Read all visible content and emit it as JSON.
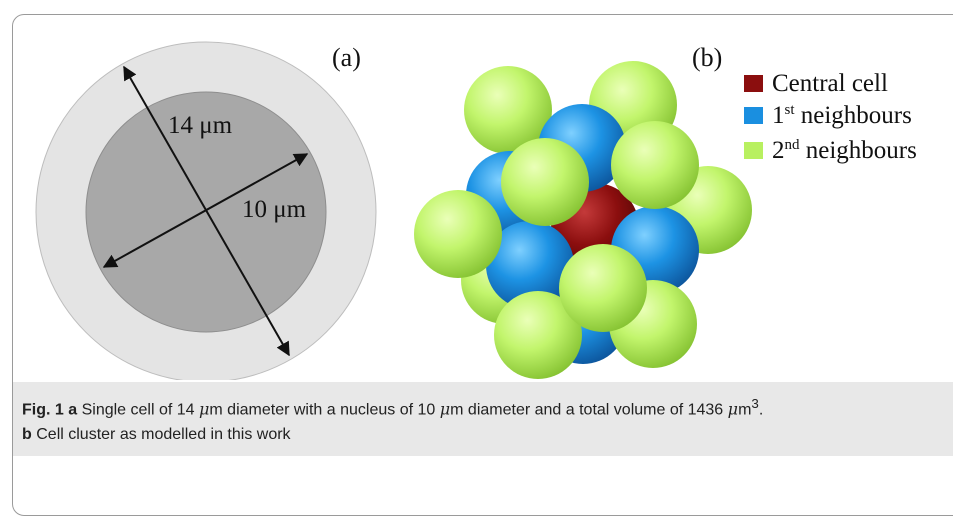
{
  "panel_a": {
    "label": "(a)",
    "outer_dim": "14 μm",
    "inner_dim": "10 μm",
    "colors": {
      "cytoplasm": "#e4e4e4",
      "nucleus": "#a8a8a8",
      "arrows": "#111111"
    }
  },
  "panel_b": {
    "label": "(b)",
    "legend": [
      {
        "label": "Central cell",
        "sup": "",
        "suffix": "",
        "color": "#8b0e0e"
      },
      {
        "label": "1",
        "sup": "st",
        "suffix": " neighbours",
        "color": "#1a8fe0"
      },
      {
        "label": "2",
        "sup": "nd",
        "suffix": " neighbours",
        "color": "#b8f060"
      }
    ]
  },
  "caption": {
    "fig_label": "Fig. 1",
    "part_a_label": "a",
    "part_a_text_1": "Single cell of 14 ",
    "mu": "μ",
    "part_a_text_2": "m diameter with a nucleus of 10 ",
    "part_a_text_3": "m diameter and a total volume of 1436 ",
    "part_a_text_4": "m",
    "part_a_sup": "3",
    "part_a_end": ".",
    "part_b_label": "b",
    "part_b_text": "Cell cluster as modelled in this work"
  }
}
